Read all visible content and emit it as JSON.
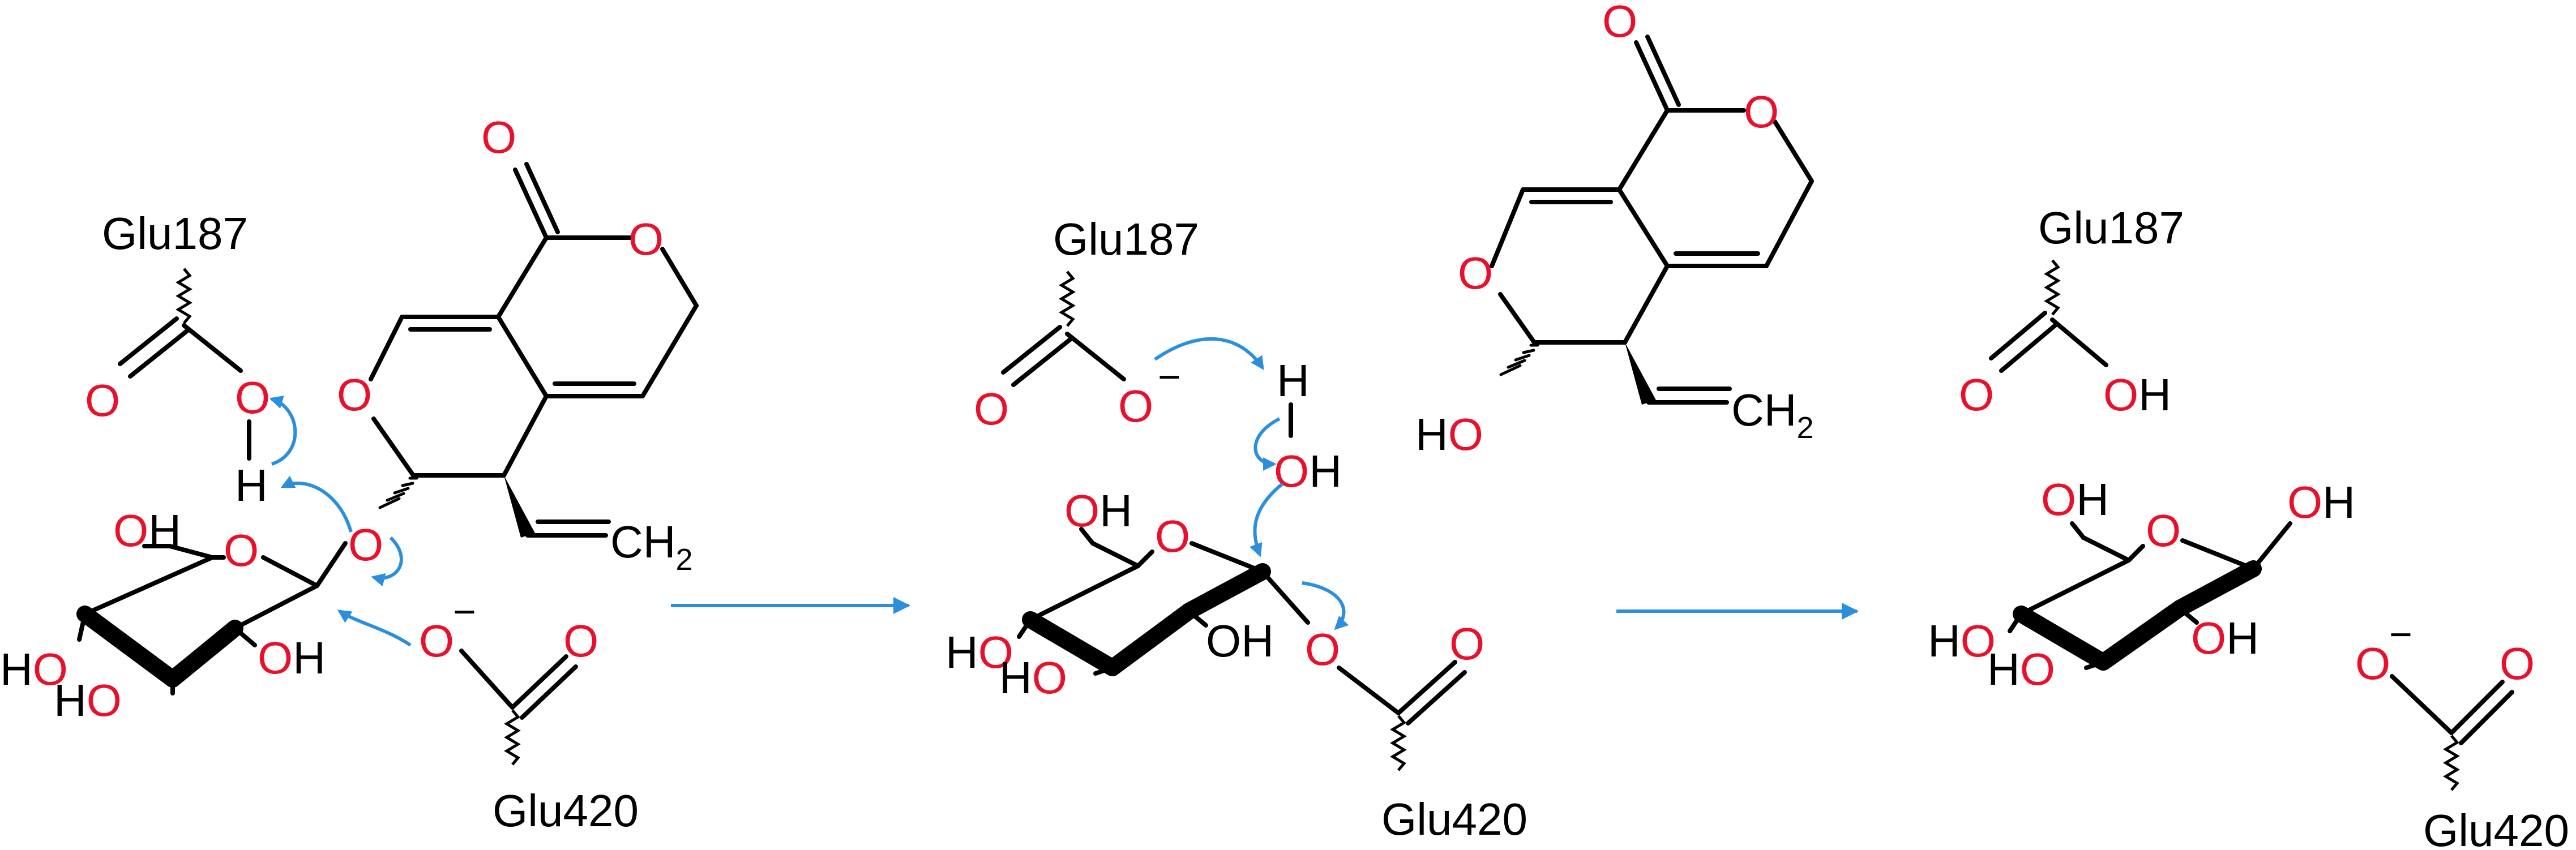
{
  "colors": {
    "bond": "#000000",
    "oxygen": "#e8102a",
    "arrow": "#2b8fde",
    "background": "#ffffff"
  },
  "labels": {
    "O": "O",
    "OH": "OH",
    "H": "H",
    "HO": "HO",
    "CH": "CH",
    "two": "2",
    "minus": "−",
    "glu187": "Glu187",
    "glu420": "Glu420"
  }
}
